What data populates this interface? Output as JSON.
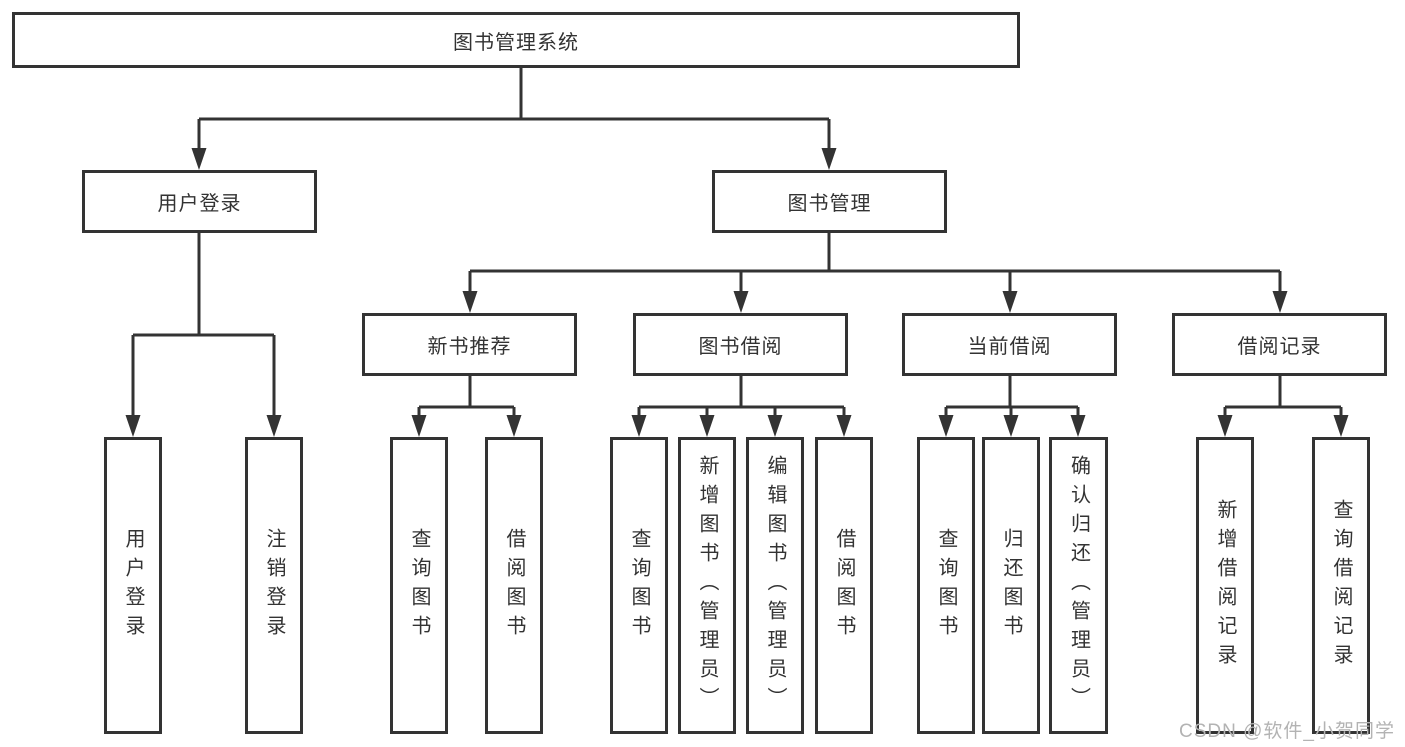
{
  "diagram": {
    "type": "hierarchy-tree",
    "title": "图书管理系统",
    "nodes": {
      "root": {
        "label": "图书管理系统"
      },
      "user_login": {
        "label": "用户登录"
      },
      "book_management": {
        "label": "图书管理"
      },
      "new_book_recommend": {
        "label": "新书推荐"
      },
      "book_borrowing": {
        "label": "图书借阅"
      },
      "current_borrowing": {
        "label": "当前借阅"
      },
      "borrowing_records": {
        "label": "借阅记录"
      },
      "leaf_user_login": {
        "label": "用户登录"
      },
      "leaf_logout": {
        "label": "注销登录"
      },
      "leaf_query_books_1": {
        "label": "查询图书"
      },
      "leaf_borrow_books_1": {
        "label": "借阅图书"
      },
      "leaf_query_books_2": {
        "label": "查询图书"
      },
      "leaf_add_books": {
        "label": "新增图书（管理员）"
      },
      "leaf_edit_books": {
        "label": "编辑图书（管理员）"
      },
      "leaf_borrow_books_2": {
        "label": "借阅图书"
      },
      "leaf_query_books_3": {
        "label": "查询图书"
      },
      "leaf_return_books": {
        "label": "归还图书"
      },
      "leaf_confirm_return": {
        "label": "确认归还（管理员）"
      },
      "leaf_add_borrow_record": {
        "label": "新增借阅记录"
      },
      "leaf_query_borrow_record": {
        "label": "查询借阅记录"
      }
    },
    "edges": [
      [
        "root",
        "user_login"
      ],
      [
        "root",
        "book_management"
      ],
      [
        "user_login",
        "leaf_user_login"
      ],
      [
        "user_login",
        "leaf_logout"
      ],
      [
        "book_management",
        "new_book_recommend"
      ],
      [
        "book_management",
        "book_borrowing"
      ],
      [
        "book_management",
        "current_borrowing"
      ],
      [
        "book_management",
        "borrowing_records"
      ],
      [
        "new_book_recommend",
        "leaf_query_books_1"
      ],
      [
        "new_book_recommend",
        "leaf_borrow_books_1"
      ],
      [
        "book_borrowing",
        "leaf_query_books_2"
      ],
      [
        "book_borrowing",
        "leaf_add_books"
      ],
      [
        "book_borrowing",
        "leaf_edit_books"
      ],
      [
        "book_borrowing",
        "leaf_borrow_books_2"
      ],
      [
        "current_borrowing",
        "leaf_query_books_3"
      ],
      [
        "current_borrowing",
        "leaf_return_books"
      ],
      [
        "current_borrowing",
        "leaf_confirm_return"
      ],
      [
        "borrowing_records",
        "leaf_add_borrow_record"
      ],
      [
        "borrowing_records",
        "leaf_query_borrow_record"
      ]
    ]
  },
  "watermark": {
    "text": "CSDN @软件_小贺同学"
  },
  "colors": {
    "line": "#333333",
    "box_border": "#333333",
    "text": "#333333",
    "watermark": "#b3b3b3",
    "background": "#ffffff"
  }
}
